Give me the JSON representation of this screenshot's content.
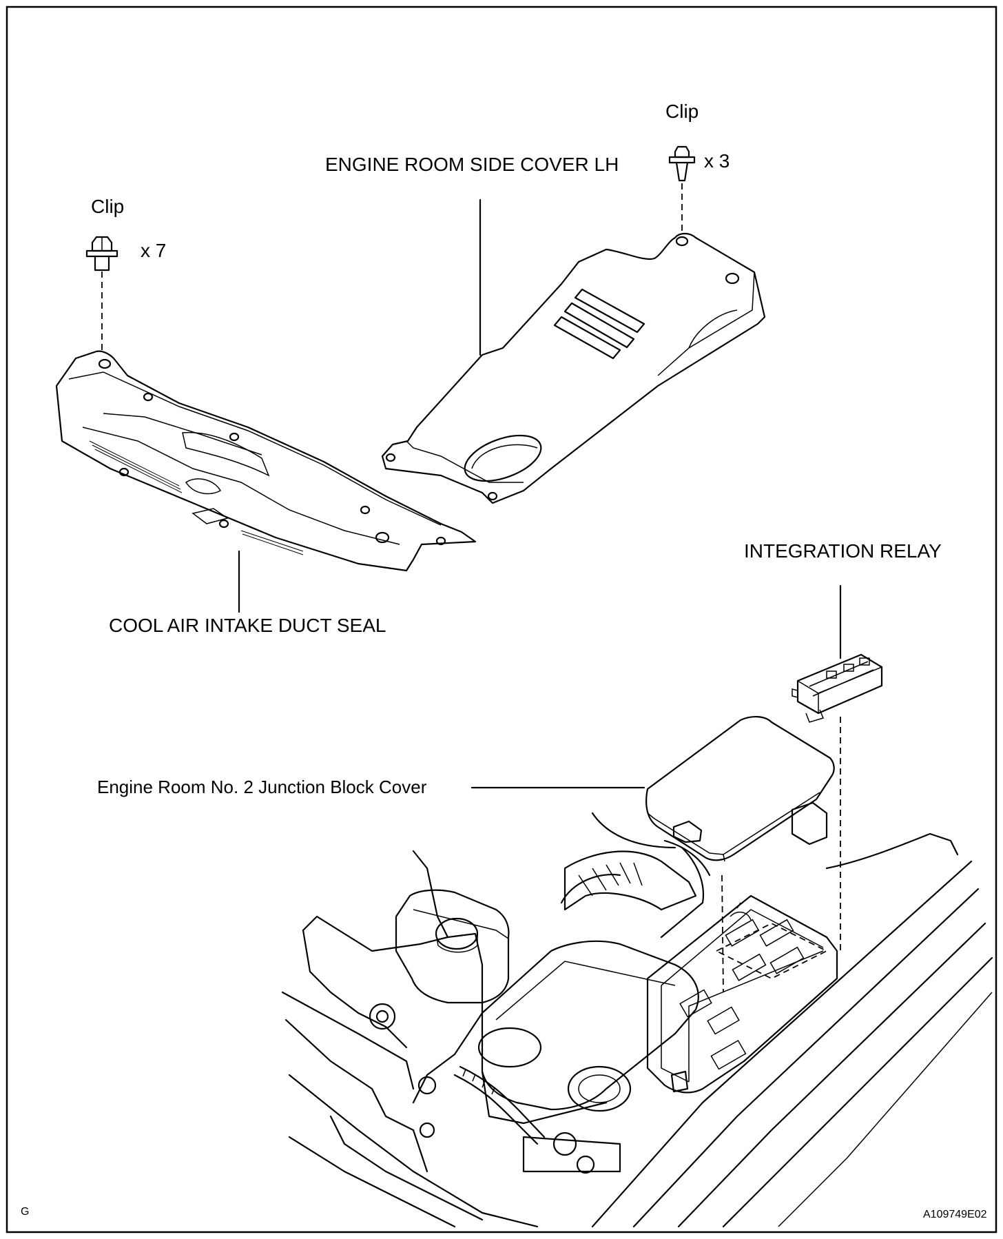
{
  "labels": {
    "clip_left": "Clip",
    "clip_left_qty": "x 7",
    "clip_right": "Clip",
    "clip_right_qty": "x 3",
    "side_cover": "ENGINE ROOM SIDE COVER LH",
    "duct_seal": "COOL AIR INTAKE DUCT SEAL",
    "relay": "INTEGRATION RELAY",
    "junction_cover": "Engine Room No. 2 Junction Block Cover",
    "corner_code": "G",
    "figure_id": "A109749E02"
  }
}
